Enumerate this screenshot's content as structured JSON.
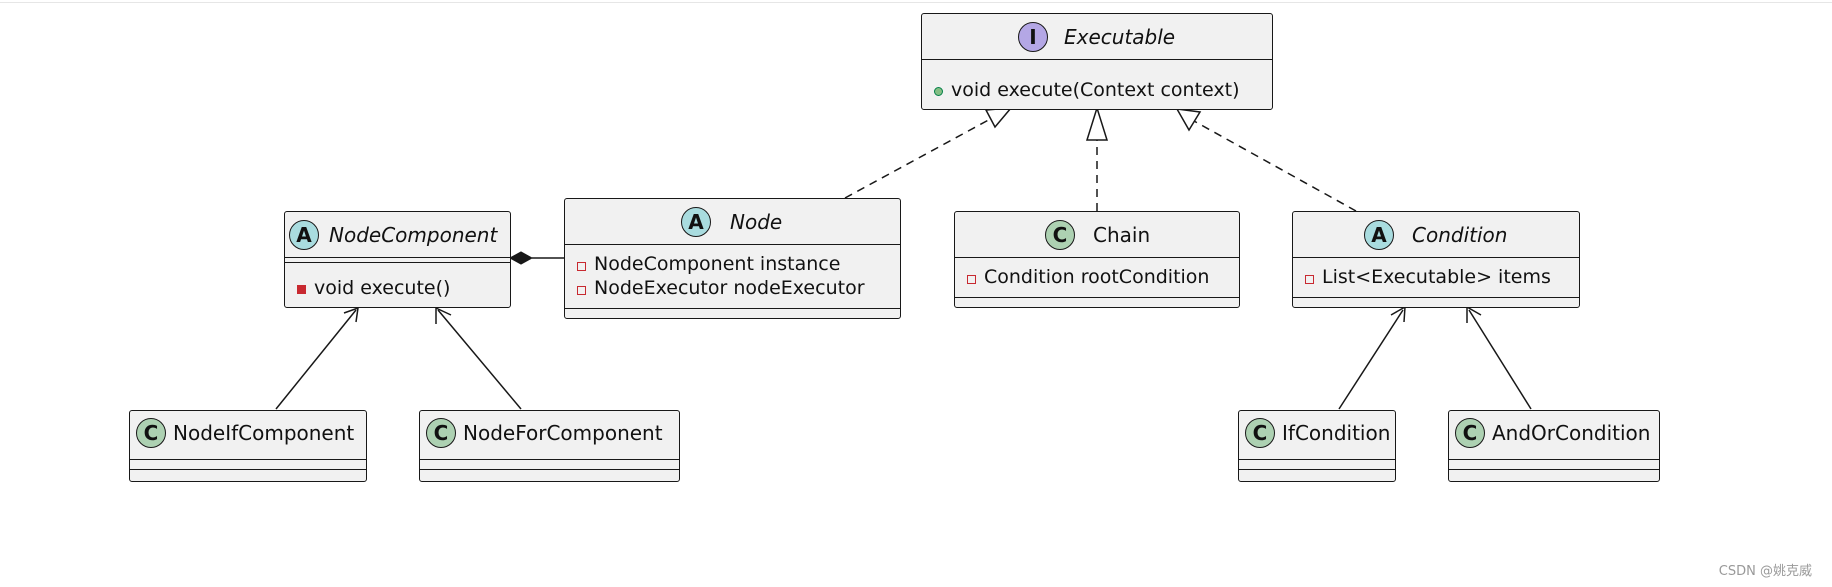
{
  "classes": {
    "executable": {
      "stereotype": "I",
      "name": "Executable",
      "members": [
        "void execute(Context context)"
      ]
    },
    "node_component": {
      "stereotype": "A",
      "name": "NodeComponent",
      "members": [
        "void execute()"
      ]
    },
    "node": {
      "stereotype": "A",
      "name": "Node",
      "members": [
        "NodeComponent instance",
        "NodeExecutor nodeExecutor"
      ]
    },
    "chain": {
      "stereotype": "C",
      "name": "Chain",
      "members": [
        "Condition rootCondition"
      ]
    },
    "condition": {
      "stereotype": "A",
      "name": "Condition",
      "members": [
        "List<Executable> items"
      ]
    },
    "node_if_component": {
      "stereotype": "C",
      "name": "NodeIfComponent"
    },
    "node_for_component": {
      "stereotype": "C",
      "name": "NodeForComponent"
    },
    "if_condition": {
      "stereotype": "C",
      "name": "IfCondition"
    },
    "and_or_condition": {
      "stereotype": "C",
      "name": "AndOrCondition"
    }
  },
  "relations": [
    {
      "from": "Node",
      "to": "Executable",
      "type": "realization"
    },
    {
      "from": "Chain",
      "to": "Executable",
      "type": "realization"
    },
    {
      "from": "Condition",
      "to": "Executable",
      "type": "realization"
    },
    {
      "from": "Node",
      "to": "NodeComponent",
      "type": "composition"
    },
    {
      "from": "NodeIfComponent",
      "to": "NodeComponent",
      "type": "association"
    },
    {
      "from": "NodeForComponent",
      "to": "NodeComponent",
      "type": "association"
    },
    {
      "from": "IfCondition",
      "to": "Condition",
      "type": "association"
    },
    {
      "from": "AndOrCondition",
      "to": "Condition",
      "type": "association"
    }
  ],
  "watermark": "CSDN @姚克威"
}
